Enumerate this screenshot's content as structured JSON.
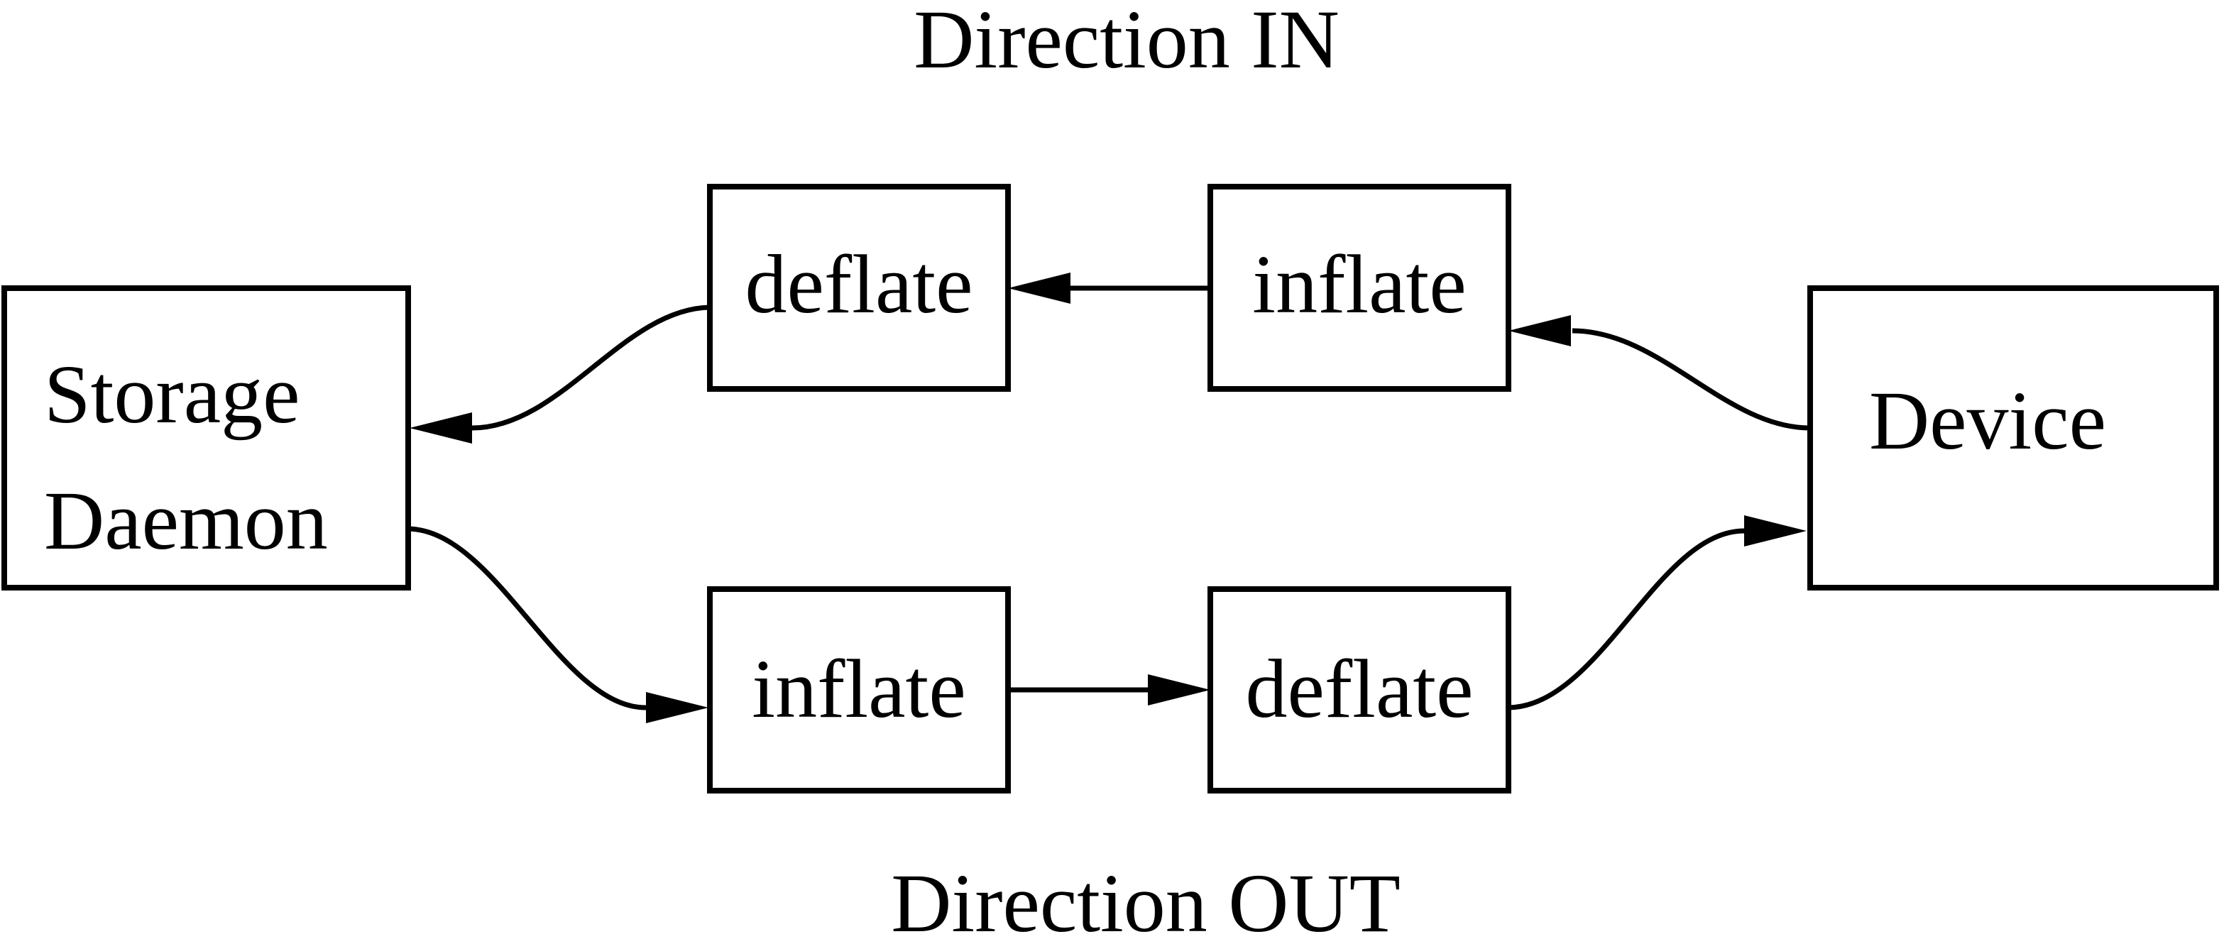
{
  "diagram": {
    "title_in": "Direction IN",
    "title_out": "Direction OUT",
    "nodes": {
      "storage_daemon": {
        "label_line1": "Storage",
        "label_line2": "Daemon"
      },
      "deflate_in": {
        "label": "deflate"
      },
      "inflate_in": {
        "label": "inflate"
      },
      "inflate_out": {
        "label": "inflate"
      },
      "deflate_out": {
        "label": "deflate"
      },
      "device": {
        "label": "Device"
      }
    },
    "edges": [
      {
        "from": "device",
        "to": "inflate_in",
        "direction": "IN"
      },
      {
        "from": "inflate_in",
        "to": "deflate_in",
        "direction": "IN"
      },
      {
        "from": "deflate_in",
        "to": "storage_daemon",
        "direction": "IN"
      },
      {
        "from": "storage_daemon",
        "to": "inflate_out",
        "direction": "OUT"
      },
      {
        "from": "inflate_out",
        "to": "deflate_out",
        "direction": "OUT"
      },
      {
        "from": "deflate_out",
        "to": "device",
        "direction": "OUT"
      }
    ],
    "colors": {
      "line": "#000000",
      "background": "#ffffff"
    }
  }
}
